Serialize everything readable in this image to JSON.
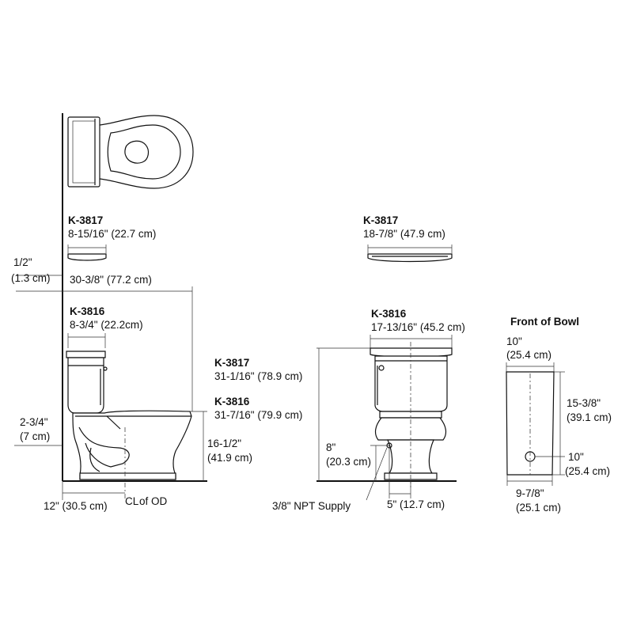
{
  "top_seat": {
    "model": "K-3817",
    "dim": "8-15/16\" (22.7 cm)"
  },
  "side": {
    "half_inch": "1/2\"",
    "half_inch_cm": "(1.3 cm)",
    "depth": "30-3/8\" (77.2 cm)",
    "k3816_model": "K-3816",
    "k3816_dim": "8-3/4\" (22.2cm)",
    "rim_height": "2-3/4\"",
    "rim_height_cm": "(7 cm)",
    "bowl_height": "16-1/2\"",
    "bowl_height_cm": "(41.9 cm)",
    "rough_in": "12\" (30.5 cm)",
    "cl_label": "CL",
    "cl_suffix": "of OD"
  },
  "front": {
    "k3817_model": "K-3817",
    "k3817_dim": "18-7/8\" (47.9 cm)",
    "k3816_model": "K-3816",
    "k3816_dim": "17-13/16\" (45.2 cm)",
    "height_k3817_model": "K-3817",
    "height_k3817_dim": "31-1/16\" (78.9 cm)",
    "height_k3816_model": "K-3816",
    "height_k3816_dim": "31-7/16\" (79.9 cm)",
    "supply_height": "8\"",
    "supply_height_cm": "(20.3 cm)",
    "supply_label": "3/8\" NPT Supply",
    "supply_offset": "5\" (12.7 cm)"
  },
  "bowl_front": {
    "title": "Front of Bowl",
    "top_width": "10\"",
    "top_width_cm": "(25.4 cm)",
    "height": "15-3/8\"",
    "height_cm": "(39.1 cm)",
    "outlet": "10\"",
    "outlet_cm": "(25.4 cm)",
    "bottom_width": "9-7/8\"",
    "bottom_width_cm": "(25.1 cm)"
  }
}
